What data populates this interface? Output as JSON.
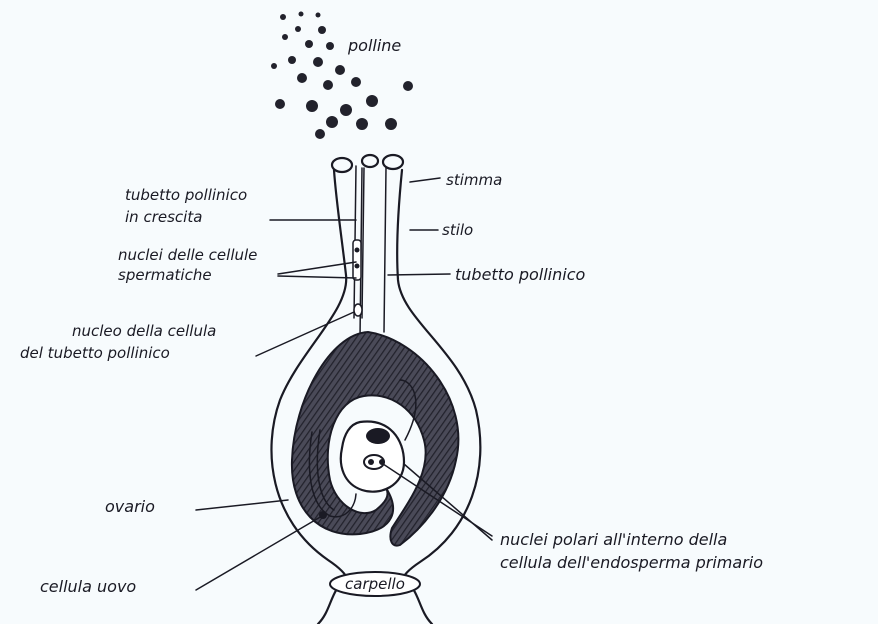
{
  "labels": {
    "polline": "polline",
    "stimma": "stimma",
    "stilo": "stilo",
    "tubetto_pollinico": "tubetto pollinico",
    "tubetto_crescita_1": "tubetto pollinico",
    "tubetto_crescita_2": "in crescita",
    "nuclei_spermatiche_1": "nuclei delle cellule",
    "nuclei_spermatiche_2": "spermatiche",
    "nucleo_cellula_1": "nucleo della cellula",
    "nucleo_cellula_2": "del tubetto pollinico",
    "ovario": "ovario",
    "nuclei_polari_1": "nuclei polari all'interno della",
    "nuclei_polari_2": "cellula dell'endosperma primario",
    "cellula_uovo": "cellula uovo",
    "carpello": "carpello"
  },
  "colors": {
    "background": "#f7fbfd",
    "ink": "#1a1a24",
    "ovule_fill": "#3a3a48"
  }
}
